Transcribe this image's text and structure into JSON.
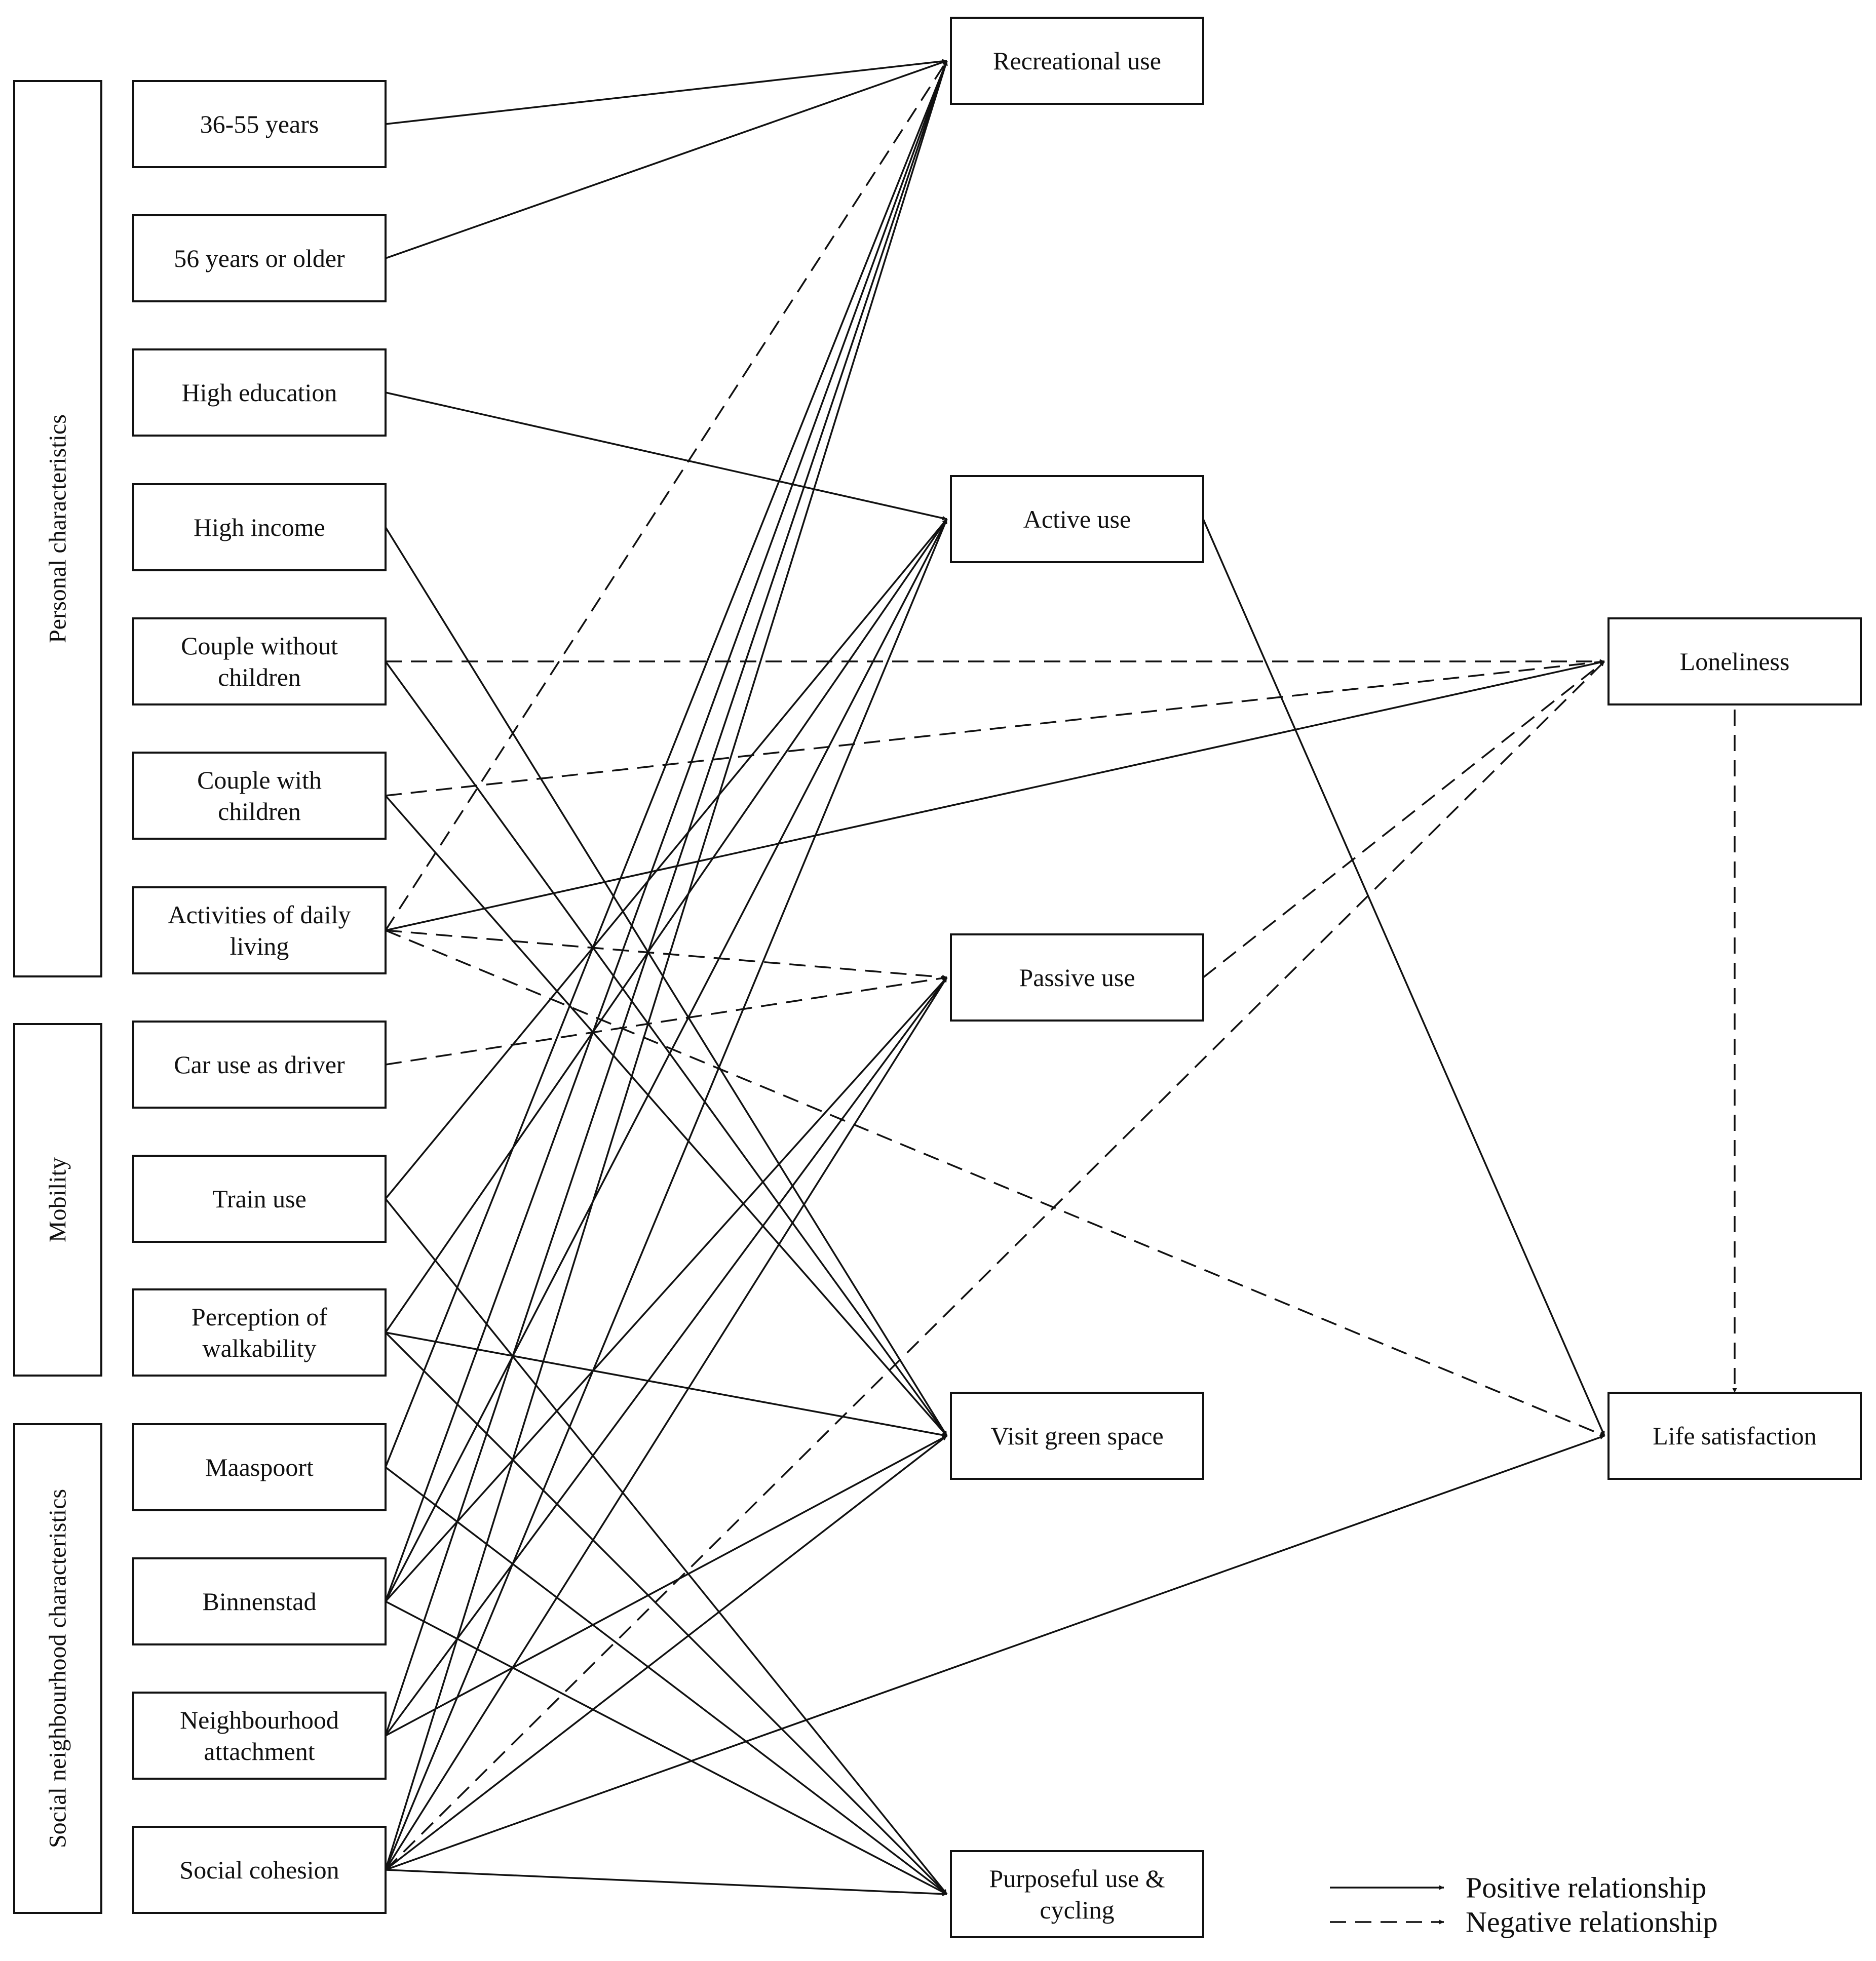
{
  "groups": [
    {
      "id": "personal",
      "label": "Personal characteristics"
    },
    {
      "id": "mobility",
      "label": "Mobility"
    },
    {
      "id": "social",
      "label": "Social neighbourhood characteristics"
    }
  ],
  "predictors": [
    {
      "id": "age3655",
      "lines": [
        "36-55 years"
      ]
    },
    {
      "id": "age56",
      "lines": [
        "56 years or older"
      ]
    },
    {
      "id": "edu",
      "lines": [
        "High education"
      ]
    },
    {
      "id": "inc",
      "lines": [
        "High income"
      ]
    },
    {
      "id": "cwo",
      "lines": [
        "Couple without",
        "children"
      ]
    },
    {
      "id": "cw",
      "lines": [
        "Couple with",
        "children"
      ]
    },
    {
      "id": "adl",
      "lines": [
        "Activities of daily",
        "living"
      ]
    },
    {
      "id": "car",
      "lines": [
        "Car use as driver"
      ]
    },
    {
      "id": "train",
      "lines": [
        "Train use"
      ]
    },
    {
      "id": "walk",
      "lines": [
        "Perception of",
        "walkability"
      ]
    },
    {
      "id": "maas",
      "lines": [
        "Maaspoort"
      ]
    },
    {
      "id": "binn",
      "lines": [
        "Binnenstad"
      ]
    },
    {
      "id": "nattach",
      "lines": [
        "Neighbourhood",
        "attachment"
      ]
    },
    {
      "id": "scoh",
      "lines": [
        "Social cohesion"
      ]
    }
  ],
  "mediators": [
    {
      "id": "rec",
      "lines": [
        "Recreational use"
      ]
    },
    {
      "id": "act",
      "lines": [
        "Active use"
      ]
    },
    {
      "id": "pas",
      "lines": [
        "Passive use"
      ]
    },
    {
      "id": "vis",
      "lines": [
        "Visit green space"
      ]
    },
    {
      "id": "pur",
      "lines": [
        "Purposeful use &",
        "cycling"
      ]
    }
  ],
  "outcomes": [
    {
      "id": "lon",
      "lines": [
        "Loneliness"
      ]
    },
    {
      "id": "life",
      "lines": [
        "Life satisfaction"
      ]
    }
  ],
  "edges": [
    {
      "from": "age3655",
      "to": "rec",
      "sign": "positive"
    },
    {
      "from": "age56",
      "to": "rec",
      "sign": "positive"
    },
    {
      "from": "edu",
      "to": "act",
      "sign": "positive"
    },
    {
      "from": "inc",
      "to": "vis",
      "sign": "positive"
    },
    {
      "from": "cwo",
      "to": "lon",
      "sign": "negative"
    },
    {
      "from": "cwo",
      "to": "vis",
      "sign": "positive"
    },
    {
      "from": "cw",
      "to": "lon",
      "sign": "negative"
    },
    {
      "from": "cw",
      "to": "vis",
      "sign": "positive"
    },
    {
      "from": "adl",
      "to": "rec",
      "sign": "negative"
    },
    {
      "from": "adl",
      "to": "lon",
      "sign": "positive"
    },
    {
      "from": "adl",
      "to": "pas",
      "sign": "negative"
    },
    {
      "from": "adl",
      "to": "life",
      "sign": "negative"
    },
    {
      "from": "car",
      "to": "pas",
      "sign": "negative"
    },
    {
      "from": "train",
      "to": "act",
      "sign": "positive"
    },
    {
      "from": "train",
      "to": "pur",
      "sign": "positive"
    },
    {
      "from": "walk",
      "to": "act",
      "sign": "positive"
    },
    {
      "from": "walk",
      "to": "vis",
      "sign": "positive"
    },
    {
      "from": "walk",
      "to": "pur",
      "sign": "positive"
    },
    {
      "from": "maas",
      "to": "rec",
      "sign": "positive"
    },
    {
      "from": "maas",
      "to": "pur",
      "sign": "positive"
    },
    {
      "from": "binn",
      "to": "rec",
      "sign": "positive"
    },
    {
      "from": "binn",
      "to": "act",
      "sign": "positive"
    },
    {
      "from": "binn",
      "to": "pas",
      "sign": "positive"
    },
    {
      "from": "binn",
      "to": "pur",
      "sign": "positive"
    },
    {
      "from": "nattach",
      "to": "rec",
      "sign": "positive"
    },
    {
      "from": "nattach",
      "to": "pas",
      "sign": "positive"
    },
    {
      "from": "nattach",
      "to": "vis",
      "sign": "positive"
    },
    {
      "from": "scoh",
      "to": "rec",
      "sign": "positive"
    },
    {
      "from": "scoh",
      "to": "act",
      "sign": "positive"
    },
    {
      "from": "scoh",
      "to": "pas",
      "sign": "positive"
    },
    {
      "from": "scoh",
      "to": "vis",
      "sign": "positive"
    },
    {
      "from": "scoh",
      "to": "pur",
      "sign": "positive"
    },
    {
      "from": "scoh",
      "to": "lon",
      "sign": "negative"
    },
    {
      "from": "scoh",
      "to": "life",
      "sign": "positive"
    },
    {
      "from": "act",
      "to": "life",
      "sign": "positive"
    },
    {
      "from": "pas",
      "to": "lon",
      "sign": "negative"
    },
    {
      "from": "lon",
      "to": "life",
      "sign": "negative"
    }
  ],
  "legend": {
    "positive": "Positive relationship",
    "negative": "Negative relationship"
  }
}
